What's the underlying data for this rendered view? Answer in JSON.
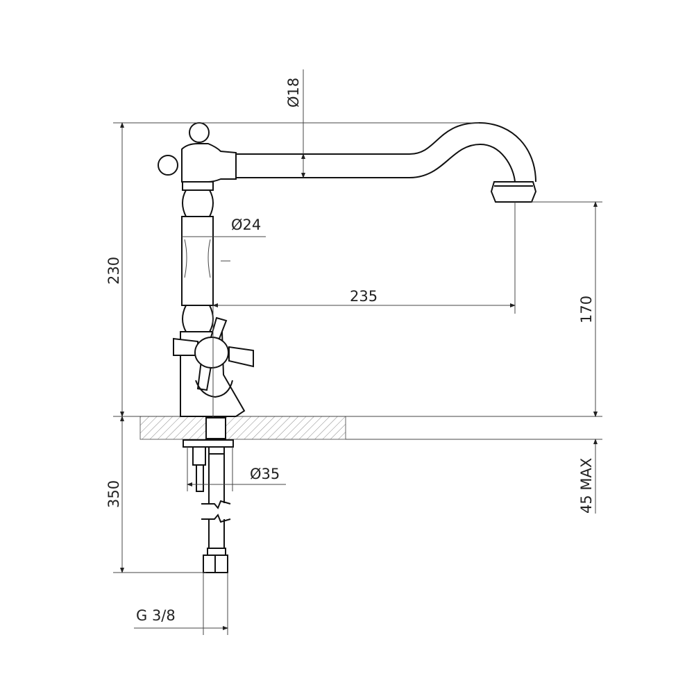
{
  "drawing": {
    "title": "Faucet dimension drawing",
    "dimensions": {
      "spout_diameter": "Ø18",
      "column_diameter": "Ø24",
      "reach": "235",
      "total_height": "230",
      "spout_height": "170",
      "below_counter": "350",
      "hole_diameter": "Ø35",
      "max_thickness": "45 MAX",
      "connection": "G 3/8"
    },
    "colors": {
      "line": "#111111",
      "dim_line": "#444444",
      "hatch": "#888888"
    }
  }
}
